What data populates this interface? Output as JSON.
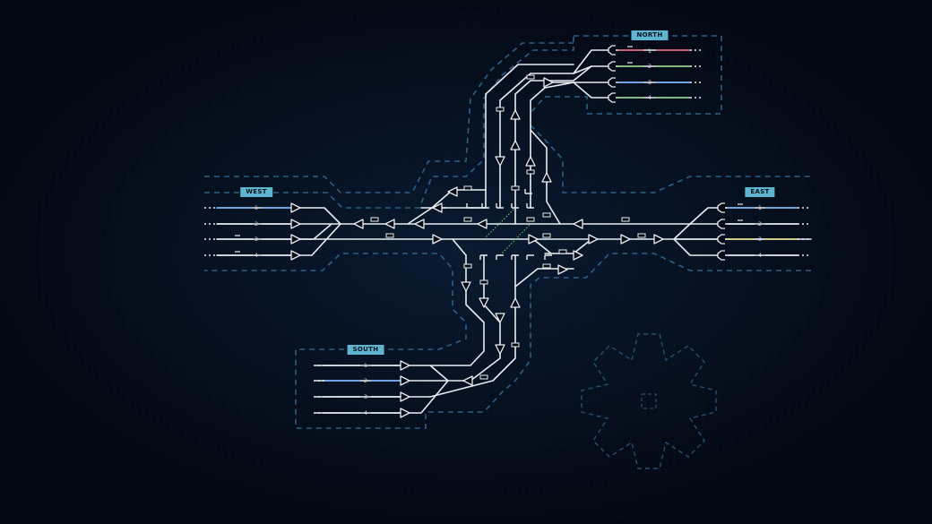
{
  "colors": {
    "background": "#050a14",
    "grid": "#0c2038",
    "dash_zone": "#2d5f88",
    "track": "#e8edf2",
    "label_bg": "#5fb4d0",
    "signal_green": "#6ee06e",
    "lane_red": "#e05a6a",
    "lane_green": "#7fd07f",
    "lane_blue": "#6fb0ff",
    "lane_yellow": "#d8d17a"
  },
  "zones": [
    {
      "id": "north",
      "label": "NORTH"
    },
    {
      "id": "west",
      "label": "WEST"
    },
    {
      "id": "east",
      "label": "EAST"
    },
    {
      "id": "south",
      "label": "SOUTH"
    }
  ],
  "lanes": {
    "north": [
      "1",
      "2",
      "3",
      "4"
    ],
    "west": [
      "1",
      "2",
      "3",
      "4"
    ],
    "east": [
      "1",
      "2",
      "3",
      "4"
    ],
    "south": [
      "1",
      "2",
      "3",
      "4"
    ]
  },
  "lane_colors": {
    "north": [
      "#e05a6a",
      "#7fd07f",
      "#6fb0ff",
      "#7fd07f"
    ],
    "west": [
      "#6fb0ff",
      "#e8edf2",
      "#e8edf2",
      "#e8edf2"
    ],
    "east": [
      "#6fb0ff",
      "#e8edf2",
      "#d8d17a",
      "#e8edf2"
    ],
    "south": [
      "#e8edf2",
      "#6fb0ff",
      "#e8edf2",
      "#e8edf2"
    ]
  },
  "icons": {
    "signal": "signal-triangle-icon",
    "buffer": "buffer-stop-icon",
    "sensor": "track-sensor-icon",
    "gear": "gear-outline-icon"
  }
}
